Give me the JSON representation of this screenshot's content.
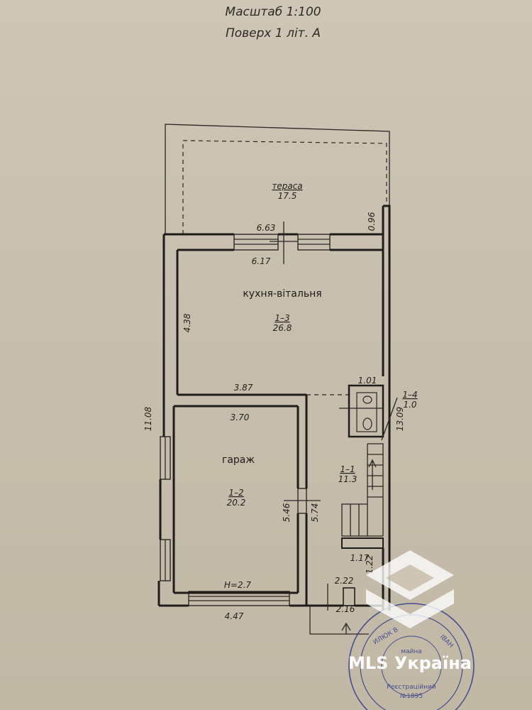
{
  "header": {
    "scale": "Масштаб 1:100",
    "floor": "Поверх 1 літ. А"
  },
  "rooms": {
    "terrace": {
      "name": "тераса",
      "area": "17.5"
    },
    "kitchen": {
      "name": "кухня-вітальня",
      "number": "1–3",
      "area": "26.8"
    },
    "garage": {
      "name": "гараж",
      "number": "1–2",
      "area": "20.2"
    },
    "hall": {
      "number": "1–1",
      "area": "11.3"
    },
    "wc": {
      "number": "1–4",
      "area": "1.0"
    }
  },
  "dimensions": {
    "terrace_depth": "0.96",
    "kitchen_width_outer": "6.63",
    "kitchen_width_inner": "6.17",
    "kitchen_depth": "4.38",
    "kitchen_bottom": "3.87",
    "wc_width": "1.01",
    "total_length_left": "11.08",
    "total_length_right": "13.09",
    "garage_width_inner": "3.70",
    "garage_depth": "5.46",
    "hall_depth": "5.74",
    "stair_width": "1.17",
    "small_right": "1.22",
    "entry_width_top": "2.22",
    "entry_width_bottom": "2.16",
    "garage_height": "H=2.7",
    "garage_width_outer": "4.47"
  },
  "watermark": {
    "brand": "MLS Україна"
  },
  "stamp": {
    "line1": "Реєстраційний",
    "line2": "№1895",
    "line3": "майна",
    "line4": "ИЛЮК В",
    "line5": "ІВАН"
  },
  "colors": {
    "paper": "#c8bfae",
    "ink": "#1f1d1b",
    "stamp": "#2f3c8a",
    "watermark": "#ffffff"
  }
}
